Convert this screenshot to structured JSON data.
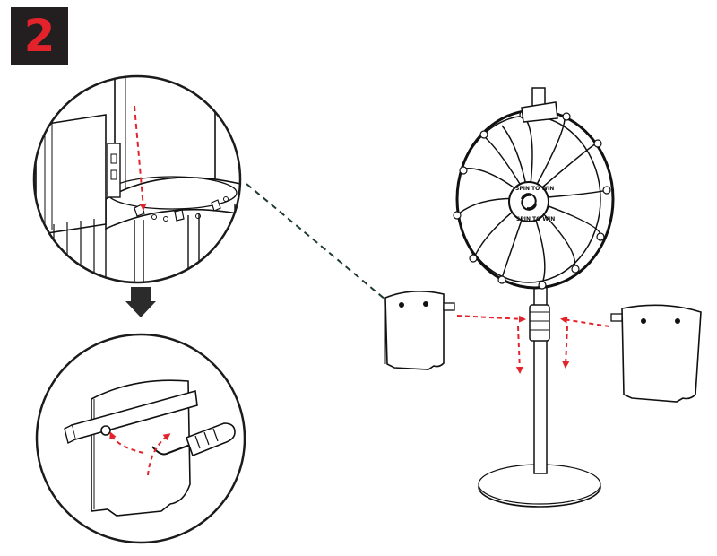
{
  "step": {
    "number": "2"
  },
  "hub": {
    "brand_top": "SPIN TO WIN",
    "brand_bottom": "SPIN TO WIN"
  },
  "colors": {
    "badge_bg": "#231f20",
    "badge_text": "#e3232b",
    "arrow_red": "#e3232b",
    "leader_line": "#1f3a2e",
    "down_arrow": "#2b2b2b"
  },
  "icons": [
    "step-number-badge",
    "down-arrow-icon",
    "screwdriver-icon",
    "prize-wheel",
    "card-holder"
  ]
}
